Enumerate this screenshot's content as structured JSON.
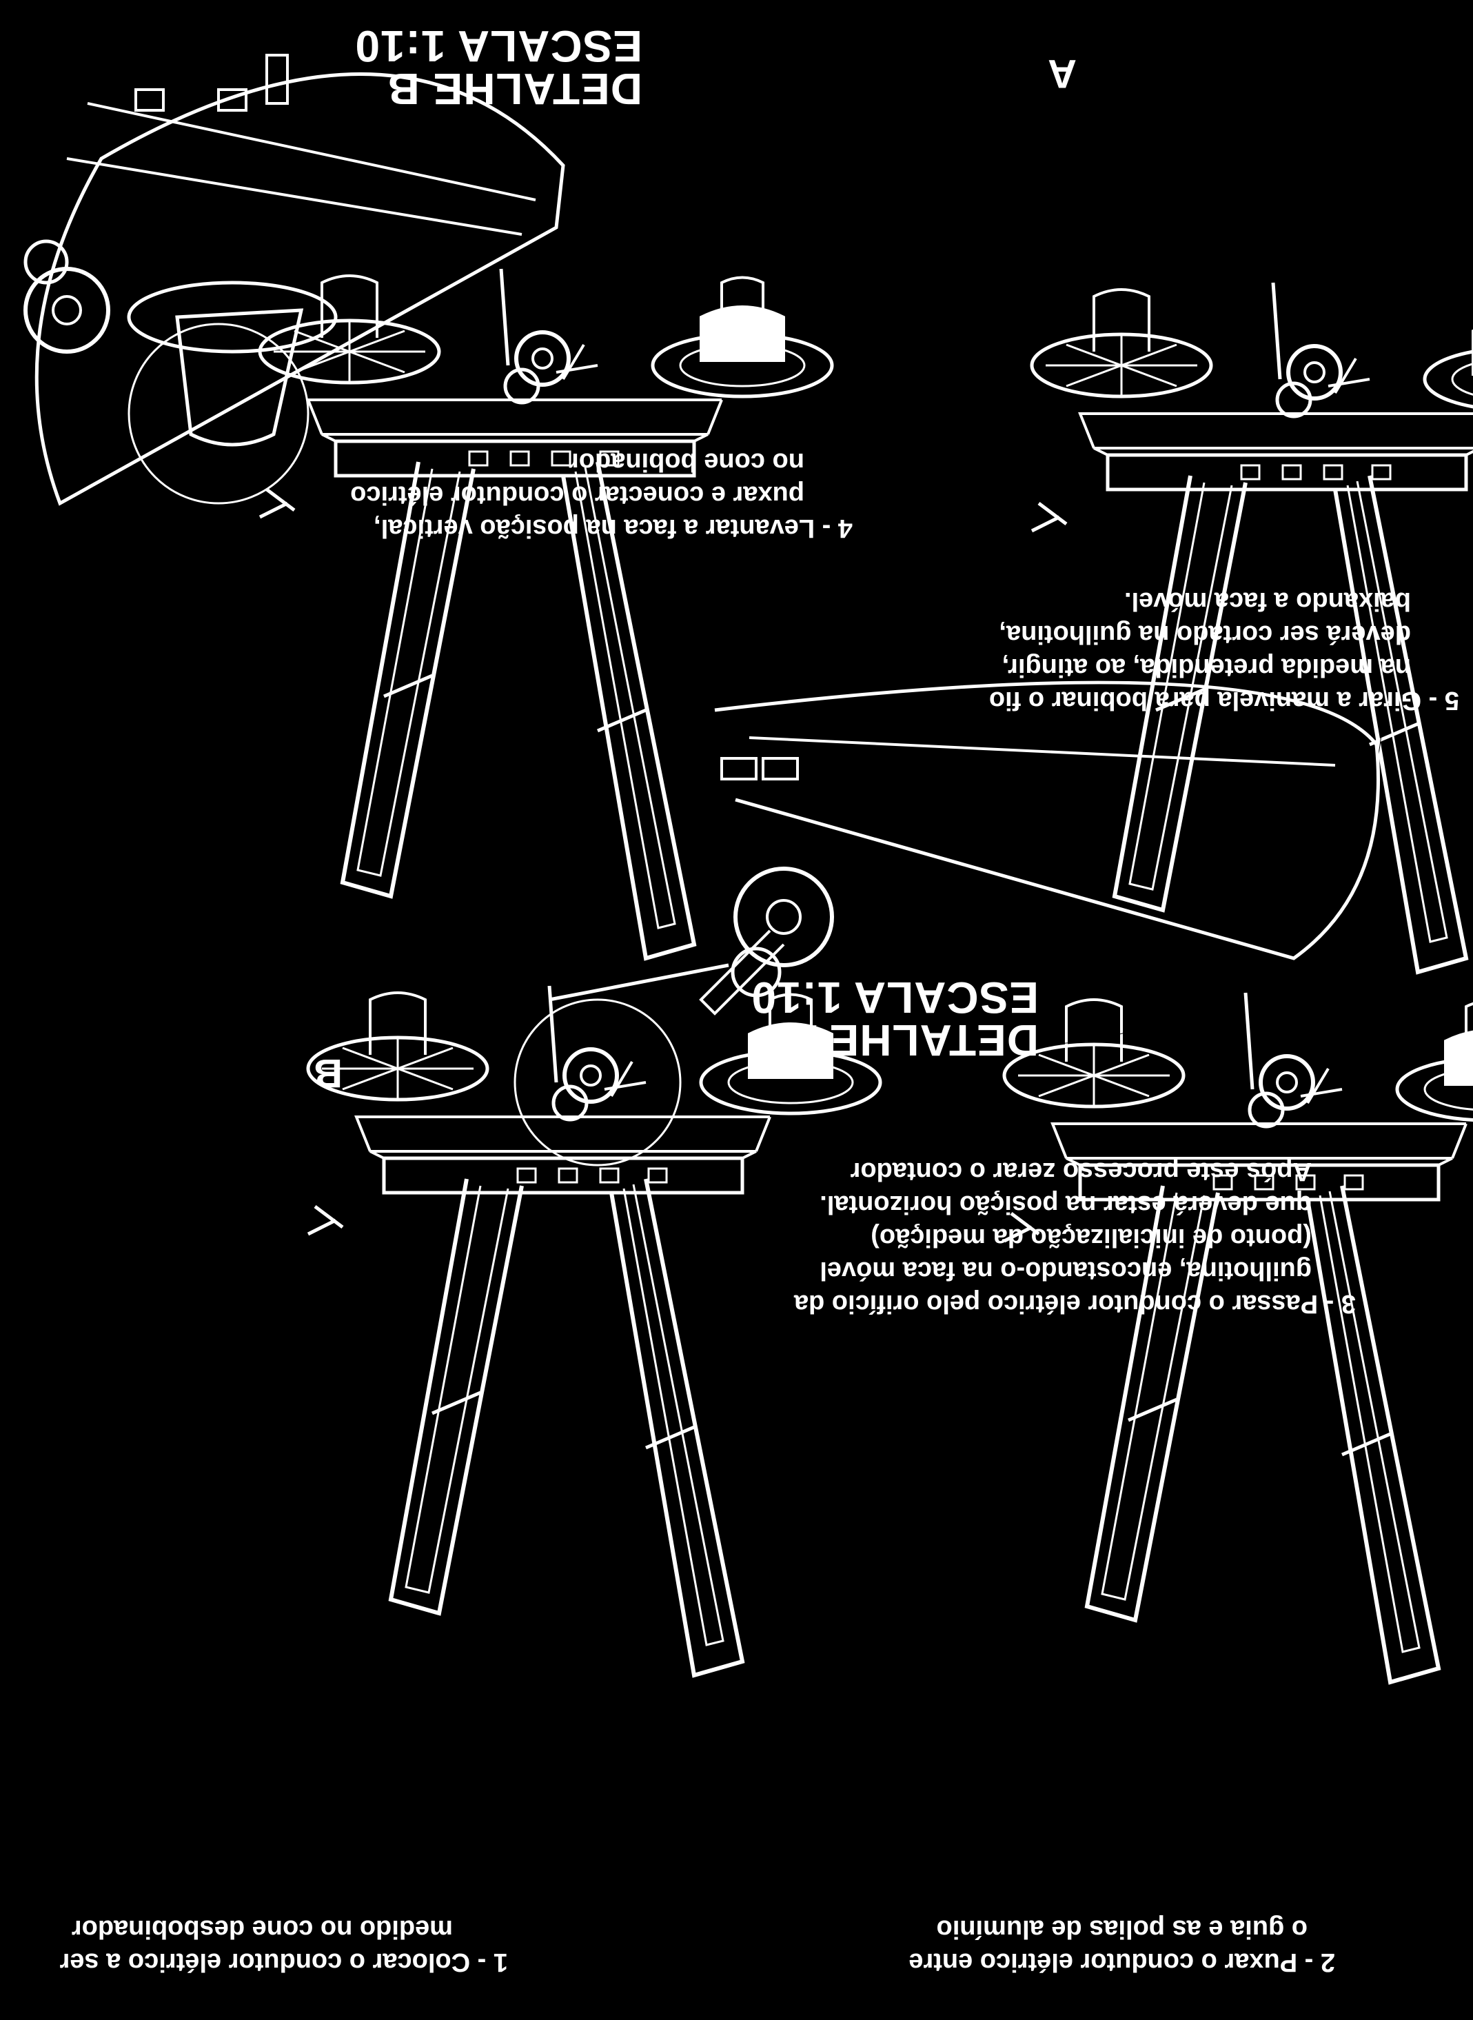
{
  "steps": [
    {
      "id": "step-1",
      "lines": [
        "1 - Colocar o condutor elétrico a ser",
        "medido no cone desbobinador"
      ]
    },
    {
      "id": "step-2",
      "lines": [
        "2 - Puxar o condutor elétrico entre",
        "o guia e as polias de alumínio"
      ]
    },
    {
      "id": "step-3",
      "lines": [
        "3 - Passar o condutor elétrico pelo orifício da",
        "guilhotina, encostando-o na faca móvel",
        "(ponto de inicialização da medição)",
        "que deverá estar na posição horizontal.",
        "Após este processo zerar o contador"
      ]
    },
    {
      "id": "step-4",
      "lines": [
        "4 - Levantar a faca na posição vertical,",
        "puxar e conectar o condutor elétrico",
        "no cone bobinador"
      ]
    },
    {
      "id": "step-5",
      "lines": [
        "5 - Girar a manivela para bobinar o fio",
        "na medida pretendida, ao atingir,",
        "deverá ser cortado na guilhotina,",
        "baixando a faca móvel."
      ]
    }
  ],
  "details": {
    "a": {
      "title": "DETALHE A",
      "scale": "ESCALA 1:10",
      "callout": "A"
    },
    "b": {
      "title": "DETALHE B",
      "scale": "ESCALA 1:10",
      "callout": "B"
    }
  },
  "colors": {
    "background": "#000000",
    "line": "#ffffff"
  }
}
